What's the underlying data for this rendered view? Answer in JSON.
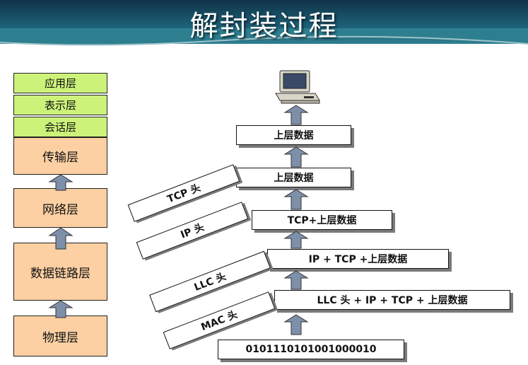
{
  "title": "解封装过程",
  "osi_layers": {
    "application": "应用层",
    "presentation": "表示层",
    "session": "会话层",
    "transport": "传输层",
    "network": "网络层",
    "datalink": "数据链路层",
    "physical": "物理层"
  },
  "stack": {
    "computer_icon": "computer-icon",
    "row1": "上层数据",
    "row2": "上层数据",
    "row3": "TCP+上层数据",
    "row4": "IP + TCP +上层数据",
    "row5": "LLC 头 + IP + TCP + 上层数据",
    "row6": "0101110101001000010"
  },
  "tags": {
    "tcp": "TCP 头",
    "ip": "IP 头",
    "llc": "LLC 头",
    "mac": "MAC 头"
  },
  "colors": {
    "header_dark": "#0f3247",
    "green_layer": "#ccf27a",
    "orange_layer": "#fcd0a3",
    "arrow": "#7d8fa9"
  }
}
